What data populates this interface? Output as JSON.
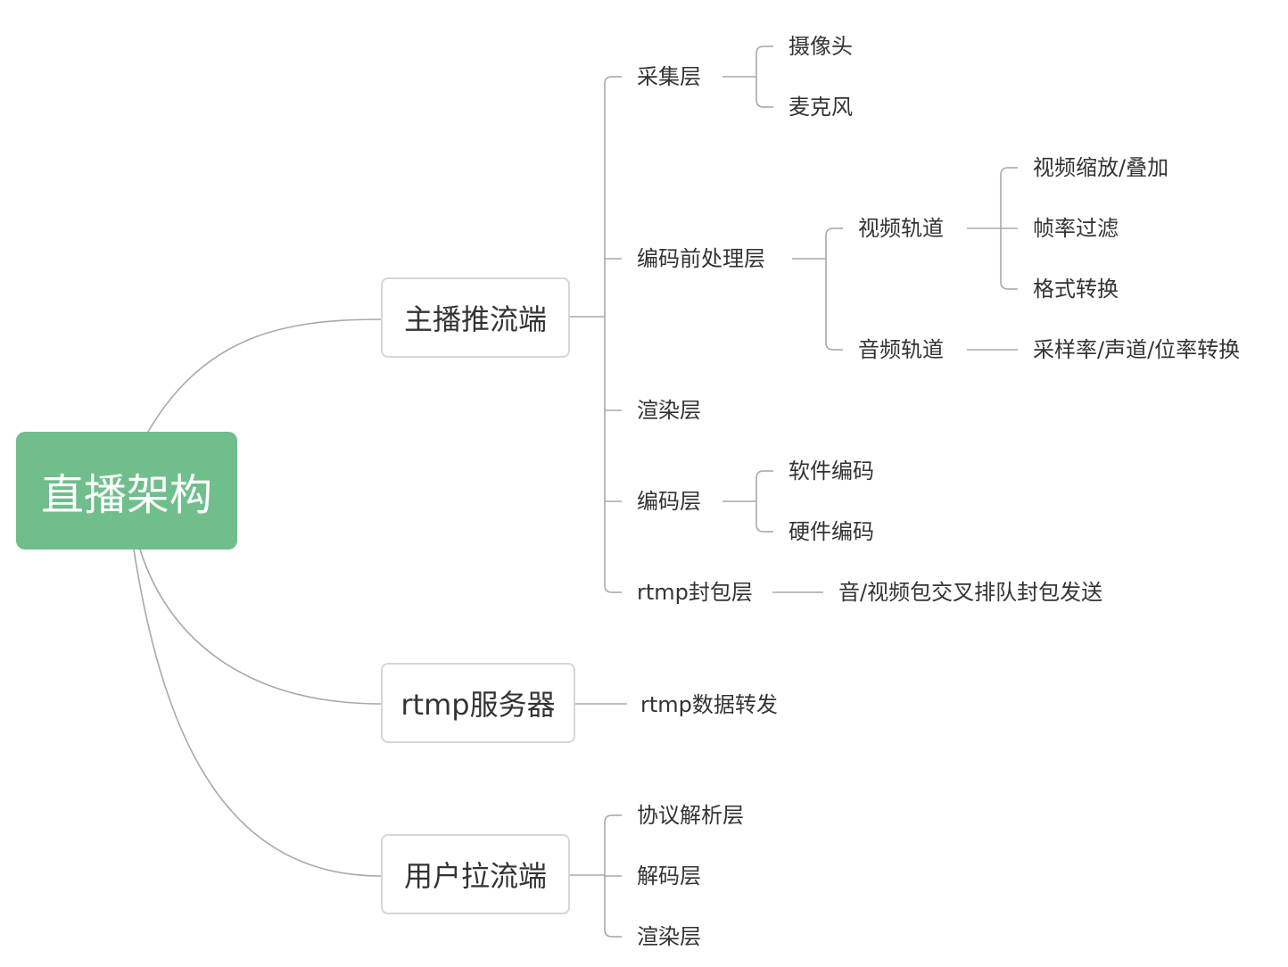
{
  "colors": {
    "root_fill": "#6fbe8c",
    "line": "#a8a8a8"
  },
  "mindmap": {
    "root": "直播架构",
    "branches": {
      "push": {
        "label": "主播推流端",
        "capture": {
          "label": "采集层",
          "camera": "摄像头",
          "microphone": "麦克风"
        },
        "preprocess": {
          "label": "编码前处理层",
          "video_track": {
            "label": "视频轨道",
            "scale_overlay": "视频缩放/叠加",
            "frame_filter": "帧率过滤",
            "format_convert": "格式转换"
          },
          "audio_track": {
            "label": "音频轨道",
            "resample": "采样率/声道/位率转换"
          }
        },
        "render": "渲染层",
        "encode": {
          "label": "编码层",
          "software": "软件编码",
          "hardware": "硬件编码"
        },
        "rtmp_pack": {
          "label": "rtmp封包层",
          "detail": "音/视频包交叉排队封包发送"
        }
      },
      "server": {
        "label": "rtmp服务器",
        "forward": "rtmp数据转发"
      },
      "pull": {
        "label": "用户拉流端",
        "protocol": "协议解析层",
        "decode": "解码层",
        "render": "渲染层"
      }
    }
  }
}
